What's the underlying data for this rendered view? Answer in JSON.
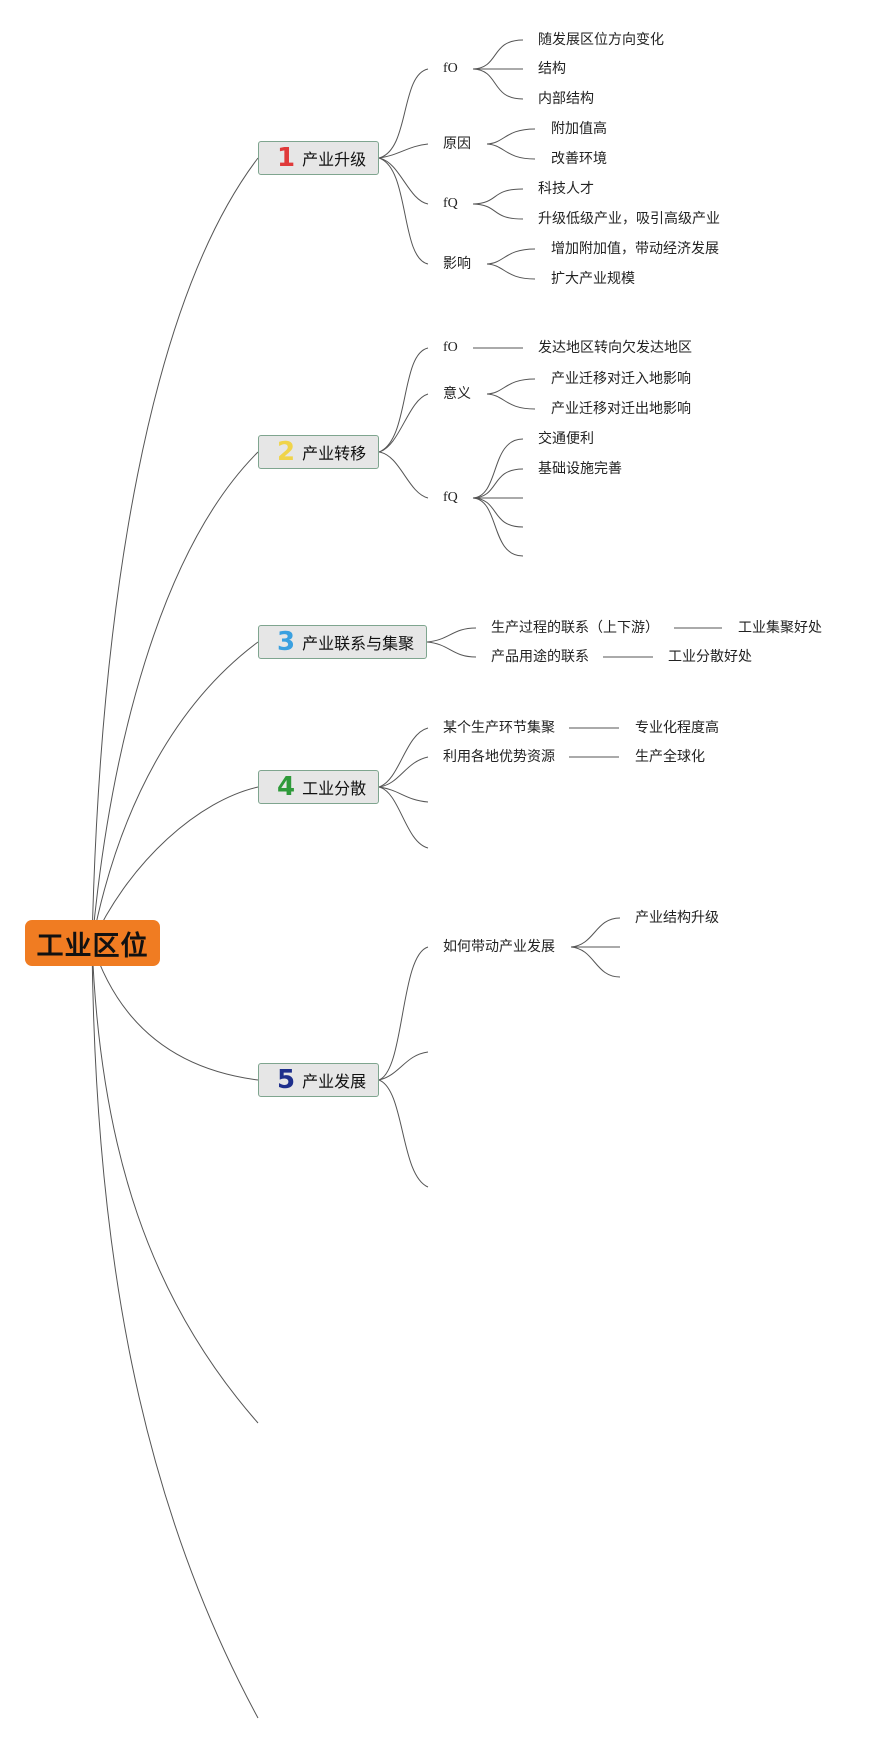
{
  "root": {
    "label": "工业区位",
    "color": "#f07c22"
  },
  "topics": [
    {
      "number": "1",
      "number_color": "#e03a3a",
      "label": "产业升级",
      "branches": [
        {
          "label": "fO",
          "leaves": [
            "随发展区位方向变化",
            "结构",
            "内部结构"
          ]
        },
        {
          "label": "原因",
          "leaves": [
            "附加值高",
            "改善环境"
          ]
        },
        {
          "label": "fQ",
          "leaves": [
            "科技人才",
            "升级低级产业，吸引高级产业"
          ]
        },
        {
          "label": "影响",
          "leaves": [
            "增加附加值，带动经济发展",
            "扩大产业规模"
          ]
        }
      ]
    },
    {
      "number": "2",
      "number_color": "#f0d44a",
      "label": "产业转移",
      "branches": [
        {
          "label": "fO",
          "leaves": [
            "发达地区转向欠发达地区"
          ]
        },
        {
          "label": "意义",
          "leaves": [
            "产业迁移对迁入地影响",
            "产业迁移对迁出地影响"
          ]
        },
        {
          "label": "fQ",
          "leaves": [
            "交通便利",
            "基础设施完善"
          ]
        }
      ]
    },
    {
      "number": "3",
      "number_color": "#3aa0e0",
      "label": "产业联系与集聚",
      "branches": [
        {
          "label": "生产过程的联系（上下游）",
          "leaves": [
            "工业集聚好处"
          ]
        },
        {
          "label": "产品用途的联系",
          "leaves": [
            "工业分散好处"
          ]
        }
      ]
    },
    {
      "number": "4",
      "number_color": "#2e9a3a",
      "label": "工业分散",
      "branches": [
        {
          "label": "某个生产环节集聚",
          "leaves": [
            "专业化程度高"
          ]
        },
        {
          "label": "利用各地优势资源",
          "leaves": [
            "生产全球化"
          ]
        }
      ]
    },
    {
      "number": "5",
      "number_color": "#1e2f8c",
      "label": "产业发展",
      "branches": [
        {
          "label": "如何带动产业发展",
          "leaves": [
            "产业结构升级"
          ]
        }
      ]
    }
  ]
}
